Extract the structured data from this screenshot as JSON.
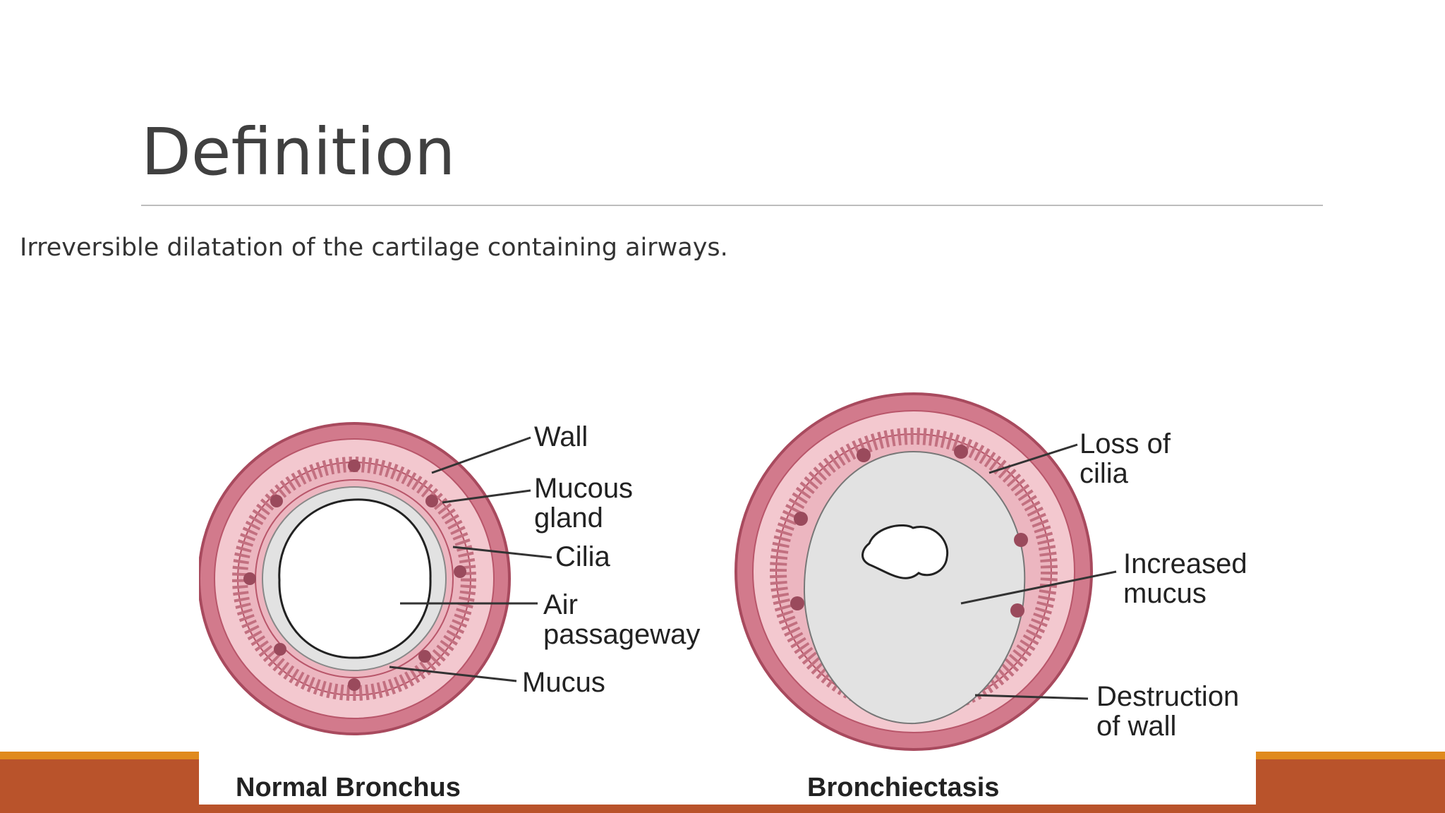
{
  "slide": {
    "title": "Definition",
    "body": "Irreversible dilatation of the cartilage containing airways."
  },
  "figure": {
    "normal": {
      "caption": "Normal Bronchus",
      "labels": {
        "wall": "Wall",
        "mucous_gland_1": "Mucous",
        "mucous_gland_2": "gland",
        "cilia": "Cilia",
        "air_1": "Air",
        "air_2": "passageway",
        "mucus": "Mucus"
      }
    },
    "bronchiectasis": {
      "caption": "Bronchiectasis",
      "labels": {
        "loss_1": "Loss of",
        "loss_2": "cilia",
        "increased_1": "Increased",
        "increased_2": "mucus",
        "destruction_1": "Destruction",
        "destruction_2": "of wall"
      }
    }
  },
  "colors": {
    "footer": "#b9532b",
    "footer_accent": "#e08a1e",
    "wall_outer": "#d27a8c",
    "wall_inner": "#f3c8cf",
    "mucus": "#e2e2e2"
  }
}
